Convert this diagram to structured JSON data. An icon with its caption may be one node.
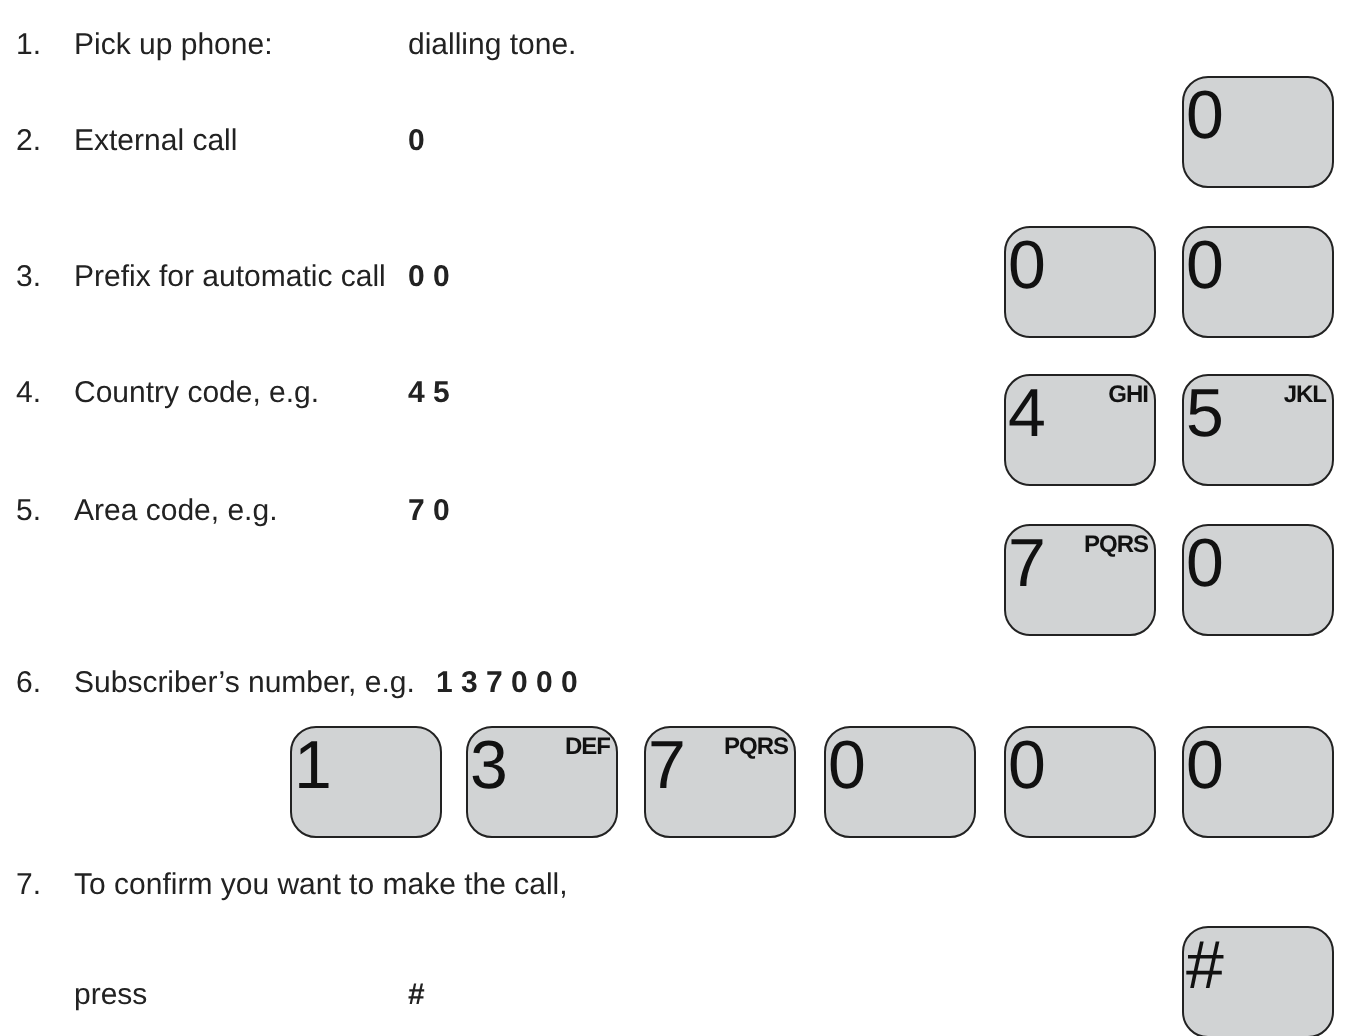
{
  "diagram": {
    "nodes": [
      {
        "text": [
          "0"
        ]
      },
      {
        "text": [
          "0"
        ]
      },
      {
        "text": [
          "0"
        ]
      },
      {
        "text": [
          "4",
          "GHI"
        ]
      },
      {
        "text": [
          "5",
          "JKL"
        ]
      },
      {
        "text": [
          "7",
          "PQRS"
        ]
      },
      {
        "text": [
          "0"
        ]
      },
      {
        "text": [
          "1"
        ]
      },
      {
        "text": [
          "3",
          "DEF"
        ]
      },
      {
        "text": [
          "7",
          "PQRS"
        ]
      },
      {
        "text": [
          "0"
        ]
      },
      {
        "text": [
          "0"
        ]
      },
      {
        "text": [
          "0"
        ]
      },
      {
        "text": [
          "#"
        ]
      }
    ],
    "labels": [
      "1.",
      "Pick up phone:",
      "dialling tone.",
      "2.",
      "External call",
      "0",
      "3.",
      "Prefix for automatic call",
      "0 0",
      "4.",
      "Country code, e.g.",
      "4 5",
      "5.",
      "Area code, e.g.",
      "7 0",
      "6.",
      "Subscriber’s number, e.g.",
      "1 3 7 0 0 0",
      "7.",
      "To confirm you want to make the call,",
      "press",
      "#"
    ]
  }
}
